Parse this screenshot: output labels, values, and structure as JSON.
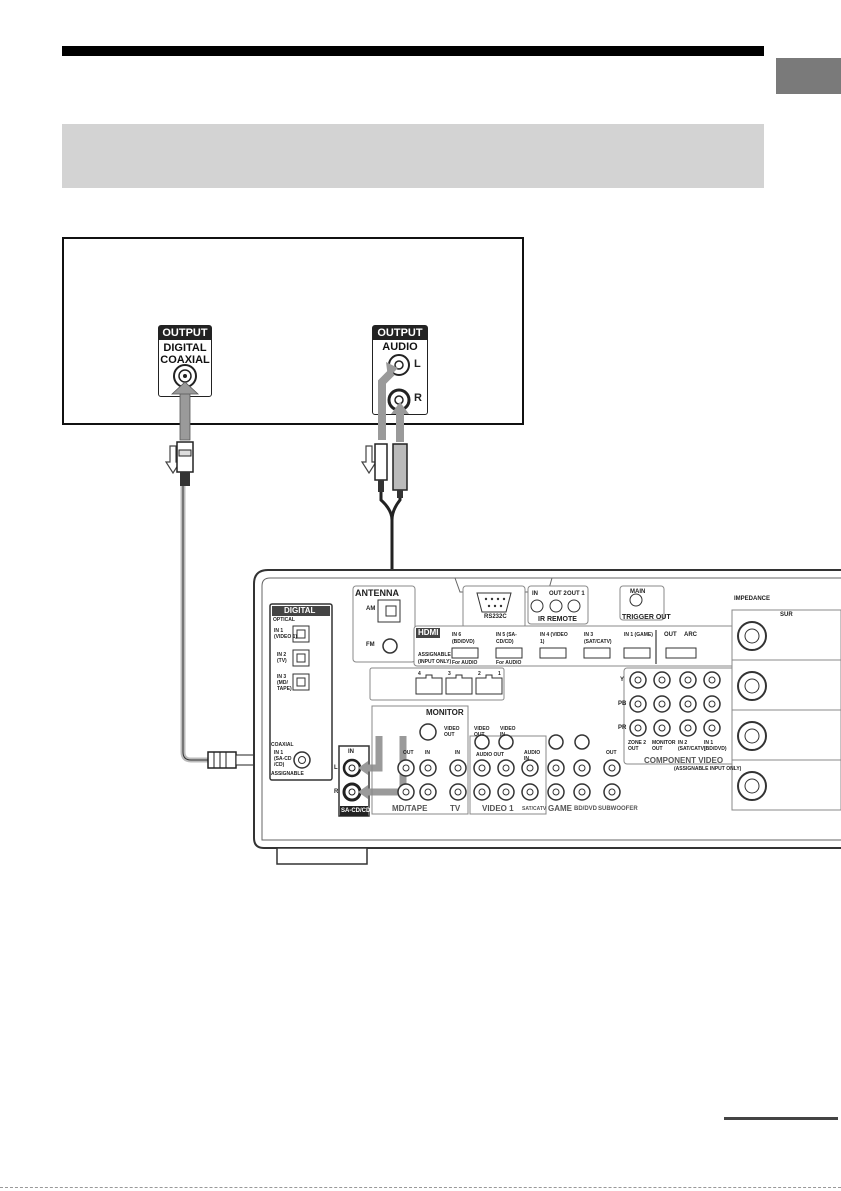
{
  "player": {
    "digital_output": {
      "header": "OUTPUT",
      "line1": "DIGITAL",
      "line2": "COAXIAL"
    },
    "analog_output": {
      "header": "OUTPUT",
      "label": "AUDIO",
      "left": "L",
      "right": "R"
    }
  },
  "receiver": {
    "antenna": {
      "title": "ANTENNA",
      "am": "AM",
      "fm": "FM"
    },
    "rs232c": "RS232C",
    "ir_remote": {
      "title": "IR REMOTE",
      "in": "IN",
      "out2": "OUT 2",
      "out1": "OUT 1"
    },
    "trigger_out": {
      "title": "TRIGGER OUT",
      "main": "MAIN"
    },
    "impedance": "IMPEDANCE",
    "surround": "SUR",
    "hdmi": {
      "title": "HDMI",
      "assignable": "ASSIGNABLE (INPUT ONLY)",
      "inputs": [
        "IN 6 (BD/DVD)",
        "IN 5 (SA-CD/CD)",
        "IN 4 (VIDEO 1)",
        "IN 3 (SAT/CATV)",
        "IN 1 (GAME)"
      ],
      "audio_notes": [
        "For AUDIO",
        "For AUDIO"
      ],
      "out": "OUT",
      "arc": "ARC"
    },
    "digital": {
      "title": "DIGITAL",
      "optical": "OPTICAL",
      "opt_in1": [
        "IN 1",
        "(VIDEO 1)"
      ],
      "opt_in2": [
        "IN 2",
        "(TV)"
      ],
      "opt_in3": [
        "IN 3",
        "(MD/",
        "TAPE)"
      ],
      "coaxial": "COAXIAL",
      "coax_in": [
        "IN 1",
        "(SA-CD",
        "/CD)"
      ],
      "assignable": "ASSIGNABLE"
    },
    "sacd": {
      "label": "SA-CD/CD",
      "in": "IN",
      "l": "L",
      "r": "R"
    },
    "monitor": {
      "title": "MONITOR",
      "video_out": [
        "VIDEO",
        "OUT"
      ]
    },
    "groups": [
      "MD/TAPE",
      "TV",
      "VIDEO 1",
      "SAT/CATV",
      "GAME",
      "BD/DVD",
      "SUBWOOFER"
    ],
    "jack_labels": {
      "out": "OUT",
      "in": "IN",
      "video_out": [
        "VIDEO",
        "OUT"
      ],
      "video_in": [
        "VIDEO",
        "IN"
      ],
      "audio_out": "AUDIO OUT",
      "audio_in": [
        "AUDIO",
        "IN"
      ]
    },
    "component": {
      "title": "COMPONENT VIDEO",
      "assignable": "(ASSIGNABLE INPUT ONLY)",
      "rows": [
        "Y",
        "PB",
        "PR"
      ],
      "cols": [
        [
          "ZONE 2",
          "OUT"
        ],
        [
          "MONITOR",
          "OUT"
        ],
        [
          "IN 2",
          "(SAT/CATV)"
        ],
        [
          "IN 1",
          "(BD/DVD)"
        ]
      ]
    },
    "network_ports": [
      "4",
      "3",
      "2",
      "1"
    ]
  },
  "colors": {
    "arrow_fill": "#9a9a9a",
    "banner": "#d3d3d3",
    "label_black": "#222222"
  }
}
